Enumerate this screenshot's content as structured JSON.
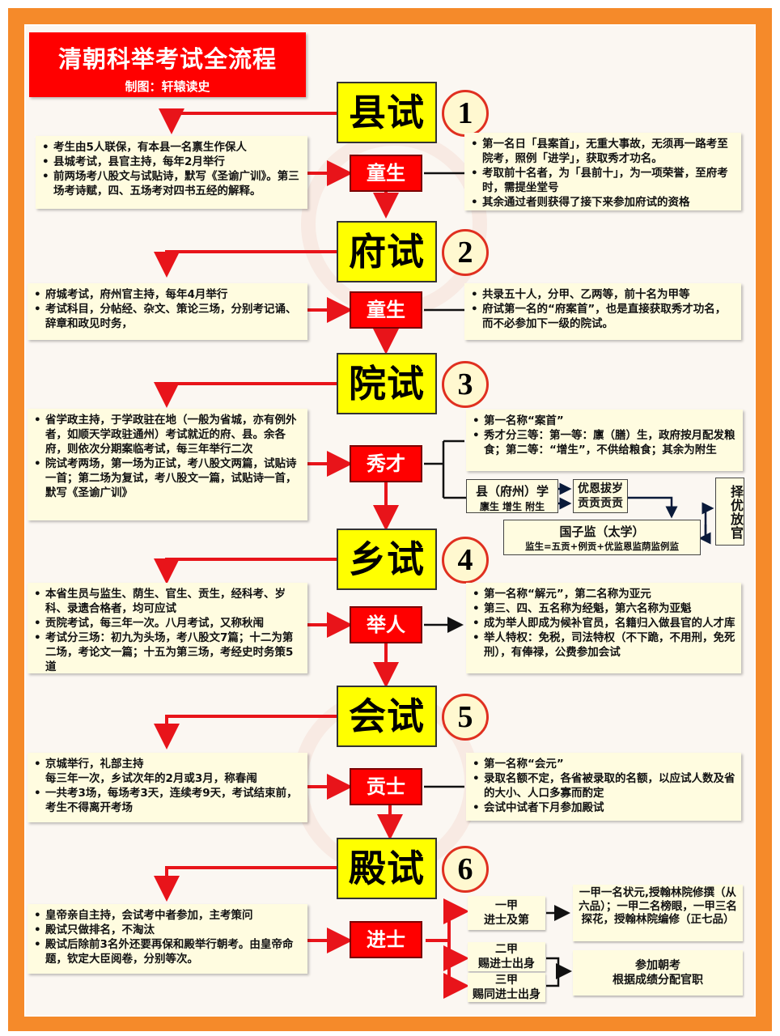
{
  "header": {
    "title": "清朝科举考试全流程",
    "subtitle": "制图：轩辕读史"
  },
  "colors": {
    "frame": "#f58a2a",
    "accent_red": "#ff0000",
    "stage_yellow": "#ffff00",
    "note_bg": "#fffce0"
  },
  "stages": [
    {
      "number": "1",
      "name": "县试",
      "title": "童生",
      "left_notes": [
        "考生由5人联保，有本县一名禀生作保人",
        "县城考试，县官主持，每年2月举行",
        "前两场考八股文与试贴诗，默写《圣谕广训》。第三场考诗赋，四、五场考对四书五经的解释。"
      ],
      "right_notes": [
        "第一名日「县案首」，无重大事故，无须再一路考至院考，照例「进学」，获取秀才功名。",
        "考取前十名者，为「县前十」，为一项荣誉，至府考时，需提坐堂号",
        "其余通过者则获得了接下来参加府试的资格"
      ]
    },
    {
      "number": "2",
      "name": "府试",
      "title": "童生",
      "left_notes": [
        "府城考试，府州官主持，每年4月举行",
        "考试科目，分帖经、杂文、策论三场，分别考记诵、辞章和政见时务，"
      ],
      "right_notes": [
        "共录五十人，分甲、乙两等，前十名为甲等",
        "府试第一名的“府案首”，也是直接获取秀才功名，而不必参加下一级的院试。"
      ]
    },
    {
      "number": "3",
      "name": "院试",
      "title": "秀才",
      "left_notes": [
        "省学政主持，于学政驻在地（一般为省城，亦有例外者，如顺天学政驻通州）考试就近的府、县。余各府，则依次分期案临考试，每三年举行二次",
        "院试考两场，第一场为正试，考八股文两篇，试贴诗一首；第二场为复试，考八股文一篇，试贴诗一首，默写《圣谕广训》"
      ],
      "right_notes": [
        "第一名称“案首”",
        "秀才分三等：第一等：廪（膳）生，政府按月配发粮食；第二等：“增生”，不供给粮食；其余为附生"
      ],
      "school_flow": {
        "county_school": "县（府州）学",
        "county_school_sub": "廪生 增生 附生",
        "gong": "优恩拔岁",
        "gong_sub": "贡贡贡贡",
        "guozijian": "国子监（太学）",
        "guozijian_sub": "监生=五贡+例贡+优监恩监荫监例监",
        "select_office": "择优放官"
      }
    },
    {
      "number": "4",
      "name": "乡试",
      "title": "举人",
      "left_notes": [
        "本省生员与监生、荫生、官生、贡生，经科考、岁科、录遗合格者，均可应试",
        "贡院考试，每三年一次。八月考试，又称秋闱",
        "考试分三场：初九为头场，考八股文7篇；十二为第二场，考论文一篇；十五为第三场，考经史时务策5道"
      ],
      "right_notes": [
        "第一名称“解元”，第二名称为亚元",
        "第三、四、五名称为经魁，第六名称为亚魁",
        "成为举人即成为候补官员，名籍归入做县官的人才库",
        "举人特权：免税，司法特权（不下跪，不用刑，免死刑），有俸禄，公费参加会试"
      ]
    },
    {
      "number": "5",
      "name": "会试",
      "title": "贡士",
      "left_notes": [
        "京城举行，礼部主持\n每三年一次，乡试次年的2月或3月，称春闱",
        "一共考3场，每场考3天，连续考9天，考试结束前，考生不得离开考场"
      ],
      "right_notes": [
        "第一名称“会元”",
        "录取名额不定，各省被录取的名额，以应试人数及省的大小、人口多寡而酌定",
        "会试中试者下月参加殿试"
      ]
    },
    {
      "number": "6",
      "name": "殿试",
      "title": "进士",
      "left_notes": [
        "皇帝亲自主持，会试考中者参加，主考策问",
        "殿试只做排名，不淘汰",
        "殿试后除前3名外还要再保和殿举行朝考。由皇帝命题，钦定大臣阅卷，分别等次。"
      ],
      "ranks": [
        {
          "tier": "一甲",
          "label": "进士及第"
        },
        {
          "tier": "二甲",
          "label": "赐进士出身"
        },
        {
          "tier": "三甲",
          "label": "赐同进士出身"
        }
      ],
      "first_tier_result": "一甲一名状元,授翰林院修撰（从六品）；一甲二名榜眼，一甲三名探花，授翰林院编修（正七品）",
      "other_tier_result": {
        "line1": "参加朝考",
        "line2": "根据成绩分配官职"
      }
    }
  ]
}
